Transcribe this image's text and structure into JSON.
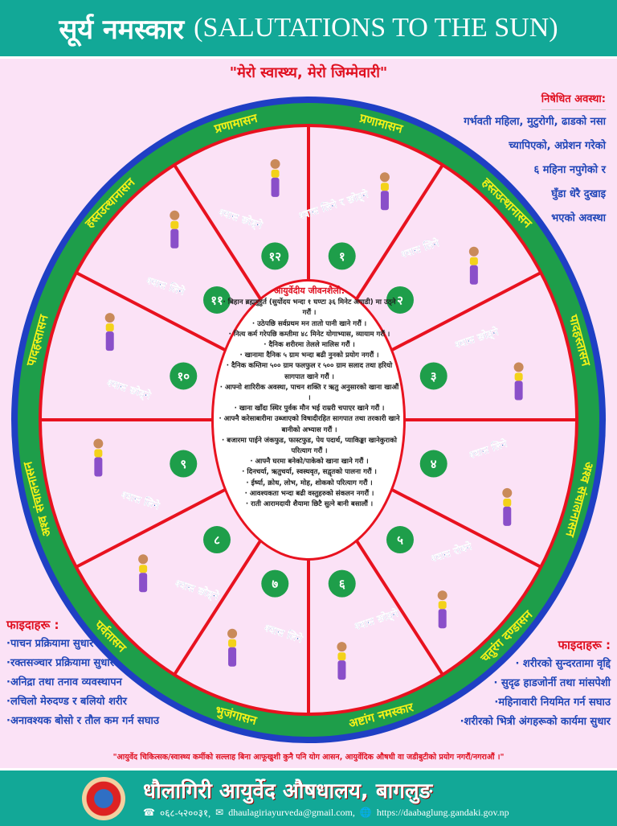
{
  "header": {
    "title_np": "सूर्य नमस्कार",
    "title_en": "(SALUTATIONS TO THE SUN)"
  },
  "slogan": "\"मेरो स्वास्थ्य, मेरो जिम्मेवारी\"",
  "colors": {
    "teal": "#12a897",
    "background": "#fbe2f6",
    "ring_green": "#1e9e4a",
    "ring_blue": "#1f3fc4",
    "divider_red": "#e8121f",
    "label_yellow": "#f4f018",
    "text_blue": "#2046b8"
  },
  "steps": [
    {
      "number": "१",
      "pose": "प्रणामासन",
      "breath": "श्वास लिने र छोड्ने"
    },
    {
      "number": "२",
      "pose": "हस्तउत्थानासन",
      "breath": "श्वास लिने"
    },
    {
      "number": "३",
      "pose": "पादहस्तासन",
      "breath": "श्वास छोड्ने"
    },
    {
      "number": "४",
      "pose": "अश्व संचालनासन",
      "breath": "श्वास लिने"
    },
    {
      "number": "५",
      "pose": "चतुरंग दण्डासन",
      "breath": "श्वास रोक्ने"
    },
    {
      "number": "६",
      "pose": "अष्टांग नमस्कार",
      "breath": "श्वास छोड्ने"
    },
    {
      "number": "७",
      "pose": "भुजंगासन",
      "breath": "श्वास लिने"
    },
    {
      "number": "८",
      "pose": "पर्वतासन",
      "breath": "श्वास छोड्ने"
    },
    {
      "number": "९",
      "pose": "अश्व संचालनासन",
      "breath": "श्वास लिने"
    },
    {
      "number": "१०",
      "pose": "पादहस्तासन",
      "breath": "श्वास छोड्ने"
    },
    {
      "number": "११",
      "pose": "हस्तउत्थानासन",
      "breath": "श्वास लिने"
    },
    {
      "number": "१२",
      "pose": "प्रणामासन",
      "breath": "श्वास छोड्ने"
    }
  ],
  "lifestyle": {
    "title": "आयुर्वेदीय जीवनशैली:",
    "items": [
      "· बिहान ब्रह्ममुहुर्त (सुर्योदय भन्दा १ घण्टा ३६ मिनेट अगाडी) मा उठ्ने गरौं ।",
      "· उठेपछि सर्वप्रथम मन तातो पानी खाने गरौं ।",
      "· नित्य कर्म गरेपछि कम्तीमा ४८ मिनेट योगाभ्यास, व्यायाम गरौं ।",
      "· दैनिक शरीरमा तेलले मालिस गरौं ।",
      "· खानामा दैनिक ५ ग्राम भन्दा बढी नुनको प्रयोग नगरौं ।",
      "· दैनिक कम्तिमा ५०० ग्राम फलफुल र ५०० ग्राम सलाद तथा हरियो सागपात खाने गरौं ।",
      "· आफ्नो शारिरीक अवस्था, पाचन शक्ति र ऋतु अनुसारको खाना खाऔं ।",
      "· खाना खाँदा स्थिर पुर्वक मौन भई राम्ररी चपाएर खाने गरौं ।",
      "· आफ्नै करेसाबारीमा उब्जाएको विषादीरहित सागपात तथा तरकारी खाने बानीको अभ्यास गरौं ।",
      "· बजारमा पाईने जंकफुड, फास्टफुड, पेय पदार्थ, प्याकिङ्का खानेकुराको परित्याग गरौं ।",
      "· आफ्नै घरमा बनेको/पाकेको खाना खाने गरौं ।",
      "· दिनचर्या, ऋतुचर्या, स्वस्थवृत, सद्वृतको पालना गरौं ।",
      "· ईर्ष्या, क्रोध, लोभ, मोह, शोकको परित्याग गरौं ।",
      "· आवश्यकता भन्दा बढी वस्तुहरुको संकलन नगरौं ।",
      "· राती आरामदायी शैयामा छिटै सुत्ने बानी बसालौं ।"
    ]
  },
  "contraindications": {
    "title": "निषेधित अवस्था:",
    "lines": [
      "गर्भवती महिला, मुटुरोगी, ढाडको नसा",
      "च्यापिएको, अप्रेशन गरेको",
      "६ महिना नपुगेको र",
      "घुँडा धेरै दुखाइ",
      "भएको अवस्था"
    ]
  },
  "benefits_left": {
    "title": "फाइदाहरू :",
    "items": [
      "·पाचन प्रक्रियामा सुधार",
      "·रक्तसञ्चार प्रक्रियामा सुधार",
      "·अनिद्रा तथा तनाव व्यवस्थापन",
      "·लचिलो मेरुदण्ड र बलियो शरीर",
      "·अनावश्यक बोसो र तौल कम गर्न सघाउ"
    ]
  },
  "benefits_right": {
    "title": "फाइदाहरू :",
    "items": [
      "· शरीरको सुन्दरतामा वृद्दि",
      "· सुदृढ हाडजोर्नी तथा मांसपेशी",
      "·महिनावारी नियमित गर्न सघाउ",
      "·शरीरको भित्री अंगहरूको कार्यमा सुधार"
    ]
  },
  "disclaimer": "\"आयुर्वेद चिकित्सक/स्वास्थ्य कर्मीको सल्लाह बिना आफूखुशी कुनै पनि योग आसन, आयुर्वेदिक औषधी वा जडीबुटीको प्रयोग नगरौं/नगराऔं ।\"",
  "footer": {
    "org": "धौलागिरी आयुर्वेद औषधालय, बागलुङ",
    "phone": "०६८-५२००३१,",
    "email": "dhaulagiriayurveda@gmail.com,",
    "website": "https://daabaglung.gandaki.gov.np"
  }
}
